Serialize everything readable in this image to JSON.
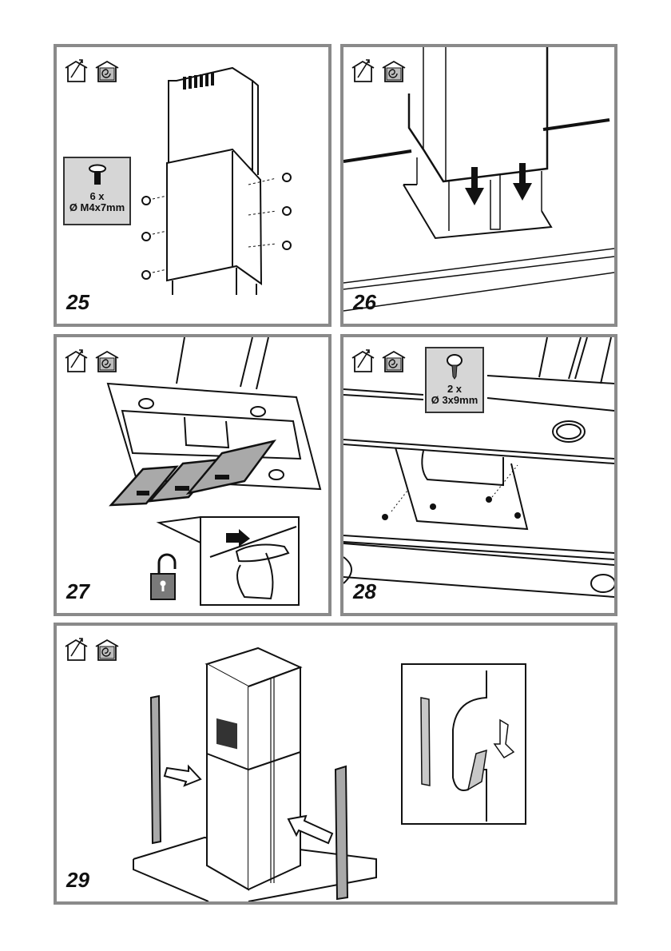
{
  "page": {
    "type": "installation-manual-illustrations",
    "colors": {
      "panel_border": "#8a8a8a",
      "badge_fill": "#d6d6d6",
      "line": "#111111",
      "filter_gray": "#a9a9a9"
    }
  },
  "mode_icons": [
    {
      "name": "ducted-version-icon",
      "description": "house with exhaust arrow"
    },
    {
      "name": "recirculation-version-icon",
      "description": "house with recirculating swirl"
    }
  ],
  "panels": [
    {
      "step": "25",
      "screw_badge": {
        "qty": "6 x",
        "size": "Ø M4x7mm"
      },
      "description": "Attach lower chimney cover with 6 screws"
    },
    {
      "step": "26",
      "description": "Lower chimney onto base plate"
    },
    {
      "step": "27",
      "description": "Remove grease filters by unlocking the handle"
    },
    {
      "step": "28",
      "screw_badge": {
        "qty": "2 x",
        "size": "Ø 3x9mm"
      },
      "description": "Fix motor bracket with 2 screws"
    },
    {
      "step": "29",
      "description": "Fit side trim profiles onto chimney edges"
    }
  ]
}
